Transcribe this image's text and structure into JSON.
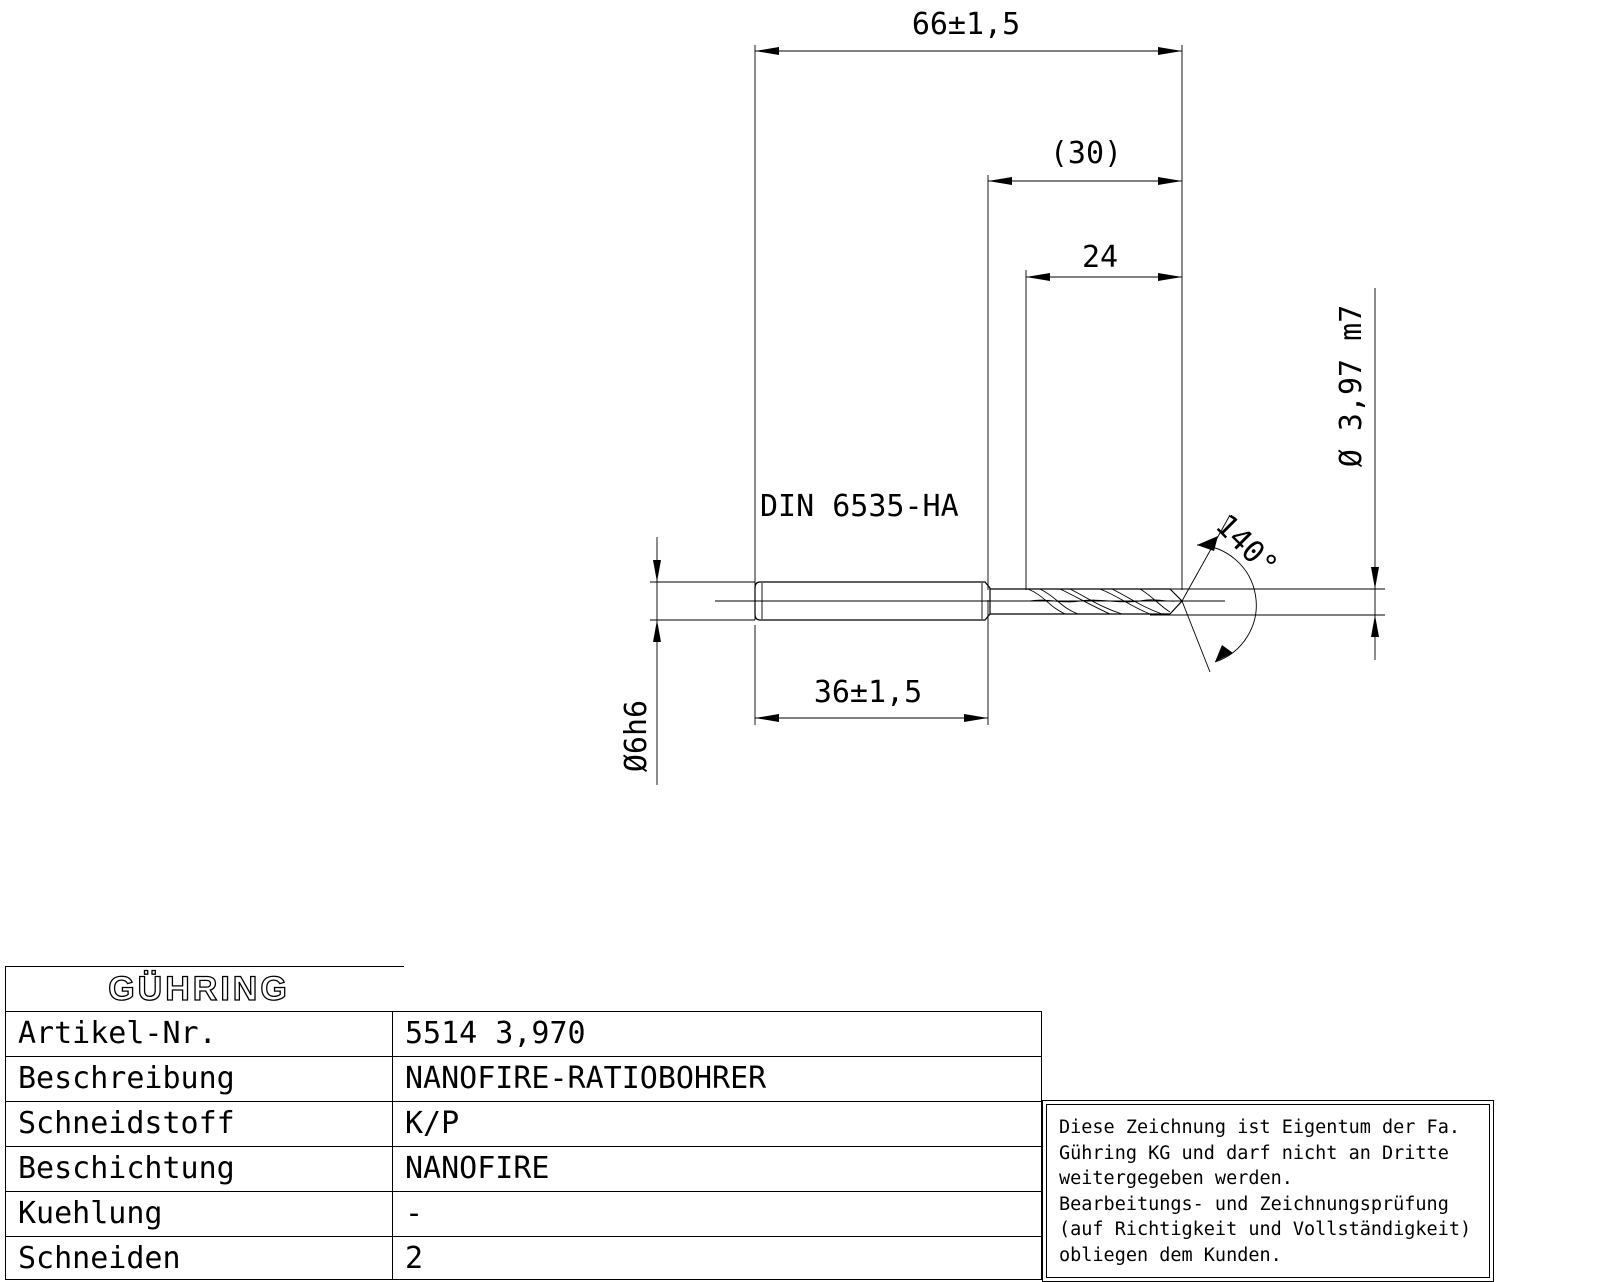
{
  "drawing": {
    "dim_overall": "66±1,5",
    "dim_flute_ref": "(30)",
    "dim_flute": "24",
    "dim_diameter": "Ø 3,97 m7",
    "dim_shank_dia": "Ø6h6",
    "dim_shank_len": "36±1,5",
    "standard": "DIN 6535-HA",
    "angle": "140°"
  },
  "title_block": {
    "logo": "GÜHRING",
    "rows": [
      {
        "label": "Artikel-Nr.",
        "value": "5514 3,970"
      },
      {
        "label": "Beschreibung",
        "value": "NANOFIRE-RATIOBOHRER"
      },
      {
        "label": "Schneidstoff",
        "value": "K/P"
      },
      {
        "label": "Beschichtung",
        "value": "NANOFIRE"
      },
      {
        "label": "Kuehlung",
        "value": "-"
      },
      {
        "label": "Schneiden",
        "value": "2"
      }
    ],
    "notice": [
      "Diese Zeichnung ist Eigentum der Fa.",
      "Gühring KG und darf nicht an Dritte",
      "weitergegeben werden.",
      "Bearbeitungs- und Zeichnungsprüfung",
      "(auf Richtigkeit und Vollständigkeit)",
      "obliegen dem Kunden."
    ]
  }
}
